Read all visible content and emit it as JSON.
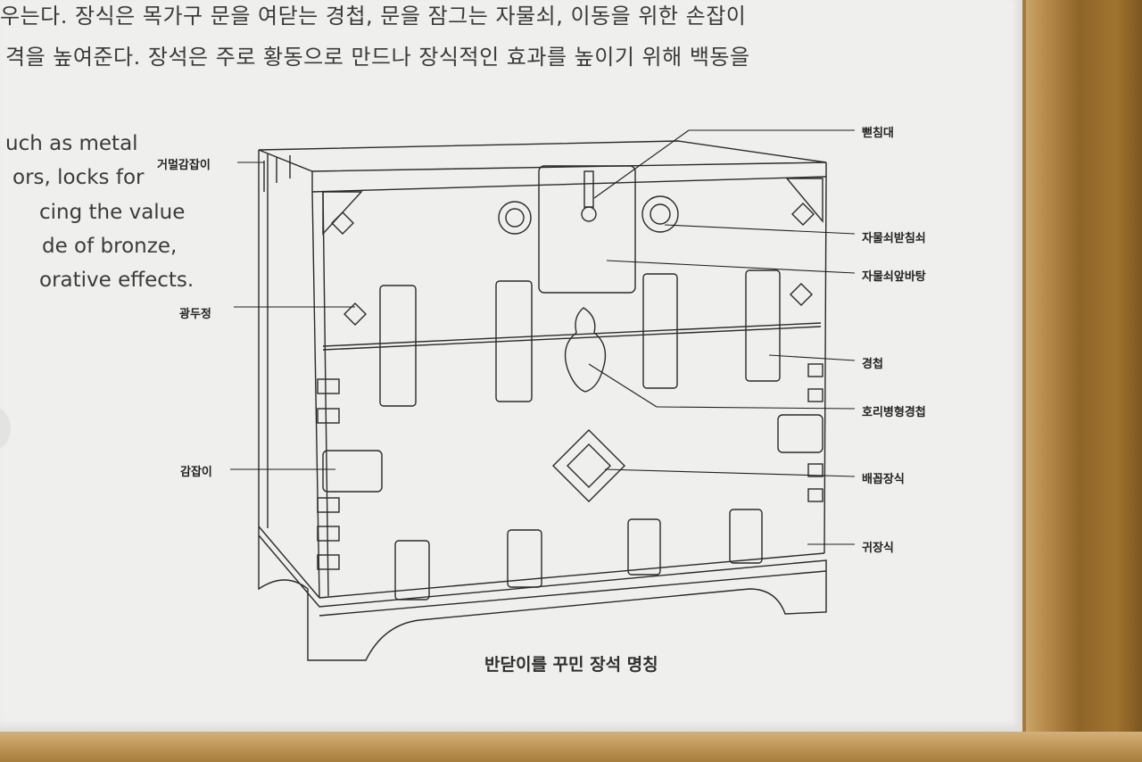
{
  "korean_text": {
    "line1": "우는다. 장식은 목가구 문을 여닫는 경첩, 문을 잠그는 자물쇠, 이동을 위한 손잡이",
    "line2": "격을 높여준다. 장석은 주로 황동으로 만드나 장식적인 효과를 높이기 위해 백동을"
  },
  "english_text": [
    "uch as metal",
    "ors, locks for",
    "cing the value",
    "de of bronze,",
    "orative effects."
  ],
  "labels": {
    "geomeol": "거멀감잡이",
    "gwangdu": "광두정",
    "gamjab": "감잡이",
    "ppeonchim": "뻗침대",
    "jamulsoebat": "자물쇠받침쇠",
    "jamulsoeap": "자물쇠앞바탕",
    "gyeongcheop": "경첩",
    "hori": "호리병형경첩",
    "baekkop": "배꼽장식",
    "gwijang": "귀장식"
  },
  "caption": "반닫이를 꾸민 장석 명칭"
}
